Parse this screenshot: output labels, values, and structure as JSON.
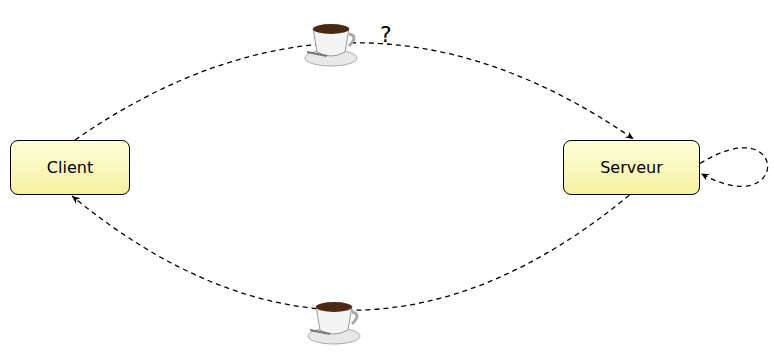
{
  "diagram": {
    "nodes": [
      {
        "text": [
          "Client"
        ]
      },
      {
        "text": [
          "Serveur"
        ]
      }
    ],
    "edges": [
      {
        "from": 0,
        "to": 1,
        "arrow": "to"
      },
      {
        "from": 1,
        "to": 0,
        "arrow": "to"
      },
      {
        "from": 1,
        "to": 1,
        "arrow": "to"
      }
    ],
    "labels": [
      "?"
    ]
  }
}
